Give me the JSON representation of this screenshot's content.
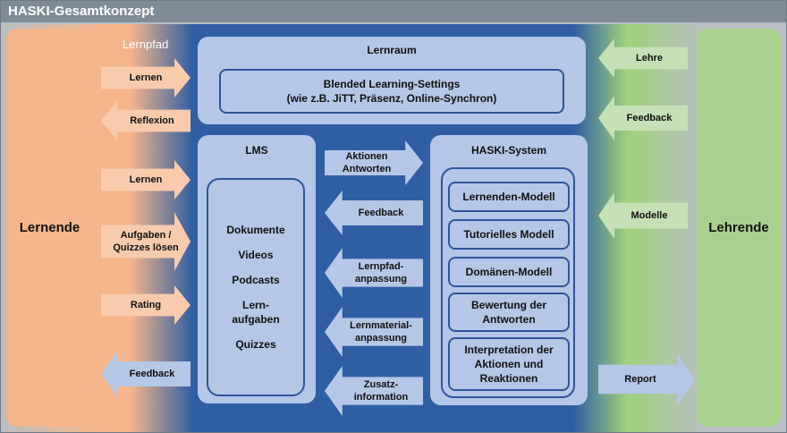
{
  "title": "HASKI-Gesamtkonzept",
  "left_panel": "Lernende",
  "right_panel": "Lehrende",
  "lernpfad_label": "Lernpfad",
  "left_arrows": {
    "lernen1": "Lernen",
    "reflexion": "Reflexion",
    "lernen2": "Lernen",
    "aufgaben": "Aufgaben /\nQuizzes lösen",
    "rating": "Rating",
    "feedback": "Feedback"
  },
  "lernraum": {
    "title": "Lernraum",
    "blended": "Blended Learning-Settings\n(wie z.B. JiTT, Präsenz, Online-Synchron)"
  },
  "lms": {
    "title": "LMS",
    "items": [
      "Dokumente",
      "Videos",
      "Podcasts",
      "Lern-\naufgaben",
      "Quizzes"
    ]
  },
  "middle_arrows": {
    "aktionen": "Aktionen\nAntworten",
    "feedback": "Feedback",
    "lernpfad": "Lernpfad-\nanpassung",
    "lernmaterial": "Lernmaterial-\nanpassung",
    "zusatz": "Zusatz-\ninformation"
  },
  "haski": {
    "title": "HASKI-System",
    "models": [
      "Lernenden-Modell",
      "Tutorielles Modell",
      "Domänen-Modell",
      "Bewertung der\nAntworten",
      "Interpretation der\nAktionen und\nReaktionen"
    ]
  },
  "right_arrows": {
    "lehre": "Lehre",
    "feedback": "Feedback",
    "modelle": "Modelle",
    "report": "Report"
  },
  "colors": {
    "learner": "#f4b58a",
    "teacher": "#a9d18e",
    "core": "#2f5ea3",
    "box": "#b4c7e7"
  }
}
